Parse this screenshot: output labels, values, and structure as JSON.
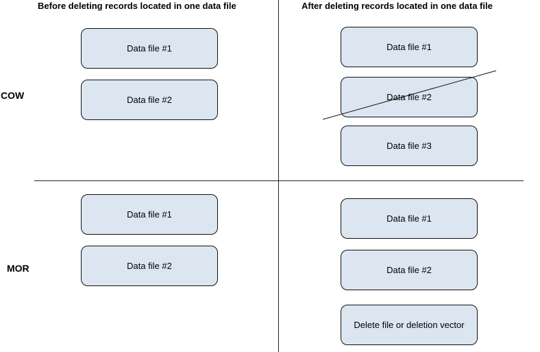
{
  "headings": {
    "before": "Before deleting records located in one data file",
    "after": "After deleting records located in one data file"
  },
  "rows": {
    "cow": "COW",
    "mor": "MOR"
  },
  "cow": {
    "before": [
      "Data file #1",
      "Data file #2"
    ],
    "after": [
      "Data file #1",
      "Data file #2",
      "Data file #3"
    ],
    "after_removed": "Data file #2"
  },
  "mor": {
    "before": [
      "Data file #1",
      "Data file #2"
    ],
    "after": [
      "Data file #1",
      "Data file #2",
      "Delete file or deletion vector"
    ]
  },
  "colors": {
    "box_fill": "#dce6f1",
    "box_border": "#111111",
    "line": "#222222"
  }
}
